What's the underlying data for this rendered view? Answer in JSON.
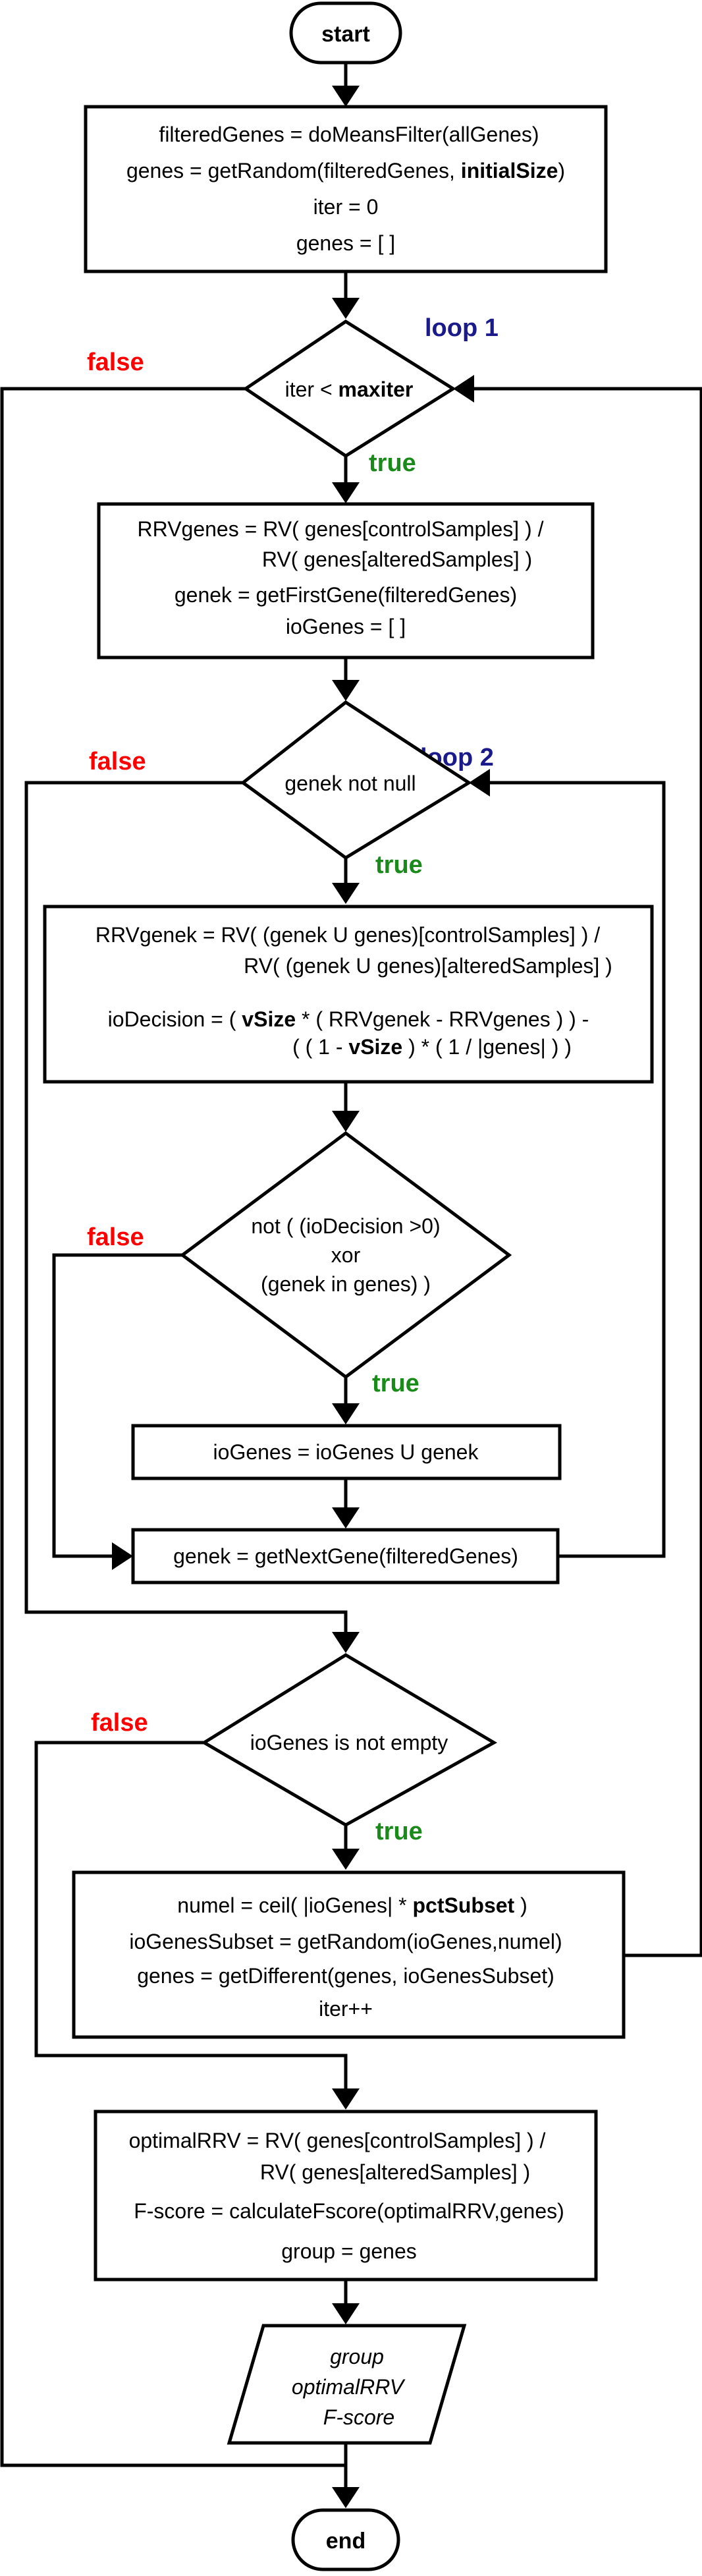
{
  "terminals": {
    "start": "start",
    "end": "end"
  },
  "init": {
    "line1": "filteredGenes = doMeansFilter(allGenes)",
    "line2_prefix": "genes = getRandom(filteredGenes, ",
    "line2_bold": "initialSize",
    "line2_suffix": ")",
    "line3": "iter = 0",
    "line4": "genes = [ ]"
  },
  "loop1": {
    "label": "loop 1",
    "condition_prefix": "iter < ",
    "condition_bold": "maxiter"
  },
  "rrv_block": {
    "line1": "RRVgenes = RV( genes[controlSamples] ) /",
    "line2": "RV( genes[alteredSamples] )",
    "line3": "genek = getFirstGene(filteredGenes)",
    "line4": "ioGenes = [ ]"
  },
  "loop2": {
    "label": "loop 2",
    "condition": "genek not null"
  },
  "rrvgenek_block": {
    "line1": "RRVgenek = RV( (genek U genes)[controlSamples] ) /",
    "line2": "RV( (genek U genes)[alteredSamples] )",
    "line3_a": "ioDecision = ( ",
    "line3_bold": "vSize",
    "line3_b": " * ( RRVgenek - RRVgenes ) ) -",
    "line4_a": "( ( 1 - ",
    "line4_bold": "vSize",
    "line4_b": " ) * ( 1 / |genes| ) )"
  },
  "xor_decision": {
    "line1": "not ( (ioDecision >0)",
    "line2": "xor",
    "line3": "(genek in genes) )"
  },
  "add_iogenes": "ioGenes = ioGenes U genek",
  "next_gene": "genek = getNextGene(filteredGenes)",
  "empty_decision": "ioGenes is not empty",
  "update_block": {
    "line1_a": "numel = ceil( |ioGenes| * ",
    "line1_bold": "pctSubset",
    "line1_b": " )",
    "line2": "ioGenesSubset = getRandom(ioGenes,numel)",
    "line3": "genes = getDifferent(genes, ioGenesSubset)",
    "line4": "iter++"
  },
  "final_block": {
    "line1": "optimalRRV = RV( genes[controlSamples] ) /",
    "line2": "RV( genes[alteredSamples] )",
    "line3": "F-score = calculateFscore(optimalRRV,genes)",
    "line4": "group = genes"
  },
  "output": {
    "line1": "group",
    "line2": "optimalRRV",
    "line3": "F-score"
  },
  "edge_labels": {
    "true": "true",
    "false": "false"
  },
  "colors": {
    "false": "#ff0000",
    "true": "#1a8b1a",
    "loop": "#1a1a8b"
  }
}
